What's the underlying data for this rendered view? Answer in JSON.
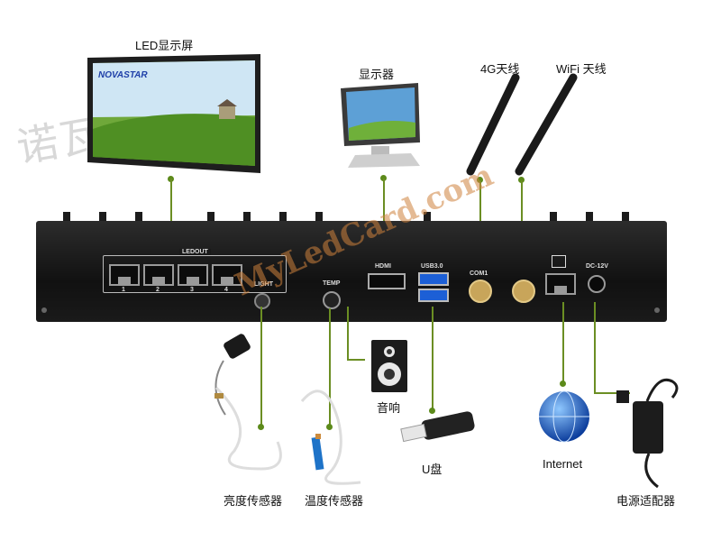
{
  "title": {
    "led_display": "LED显示屏",
    "monitor": "显示器",
    "antenna_4g": "4G天线",
    "antenna_wifi": "WiFi 天线"
  },
  "device": {
    "ledout": "LEDOUT",
    "light": "LIGHT",
    "temp": "TEMP",
    "hdmi": "HDMI",
    "usb": "USB3.0",
    "com1": "COM1",
    "dc": "DC-12V",
    "port_numbers": [
      "1",
      "2",
      "3",
      "4"
    ]
  },
  "peripherals": {
    "speaker": "音响",
    "usb_disk": "U盘",
    "internet": "Internet",
    "brightness_sensor": "亮度传感器",
    "temp_sensor": "温度传感器",
    "power_adapter": "电源适配器"
  },
  "screen_brand": "NOVASTAR",
  "watermark": "MyLedCard.com",
  "colors": {
    "connector_line": "#6b8e23",
    "chassis": "#1a1a1a"
  }
}
